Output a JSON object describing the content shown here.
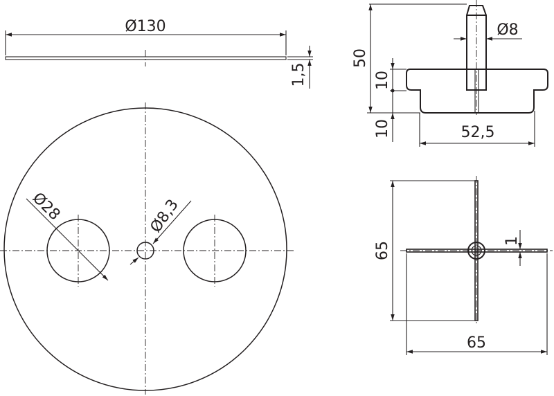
{
  "drawing": {
    "colors": {
      "line": "#231f20",
      "background": "#ffffff"
    },
    "plate_side_view": {
      "diameter_label": "Ø130",
      "thickness_label": "1,5"
    },
    "plate_front_view": {
      "hole_diameter_label": "Ø28",
      "center_hole_label": "Ø8,3"
    },
    "knob_side_view": {
      "height_label": "50",
      "flange_label": "10",
      "base_label": "10",
      "width_label": "52,5",
      "pin_diameter_label": "Ø8"
    },
    "cross_view": {
      "height_label": "65",
      "width_label": "65",
      "thickness_label": "1"
    }
  }
}
